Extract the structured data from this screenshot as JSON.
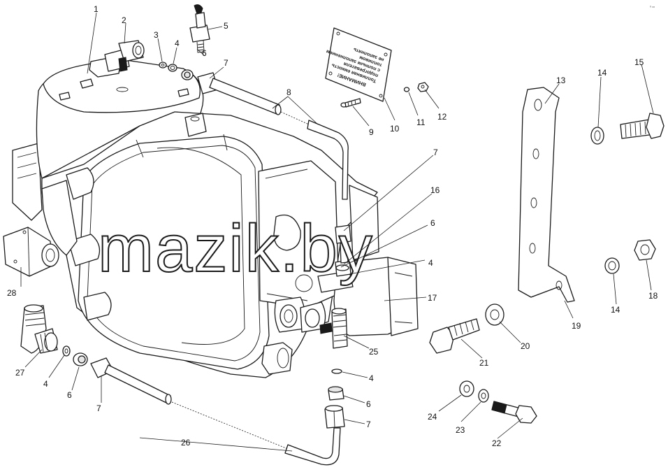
{
  "watermark": "mazik.by",
  "corner_mark": "⁰ ᵒᵒ",
  "warning_plate": {
    "heading": "ВНИМАНИЕ!",
    "lines": [
      "Топливная емкость",
      "подогревателя",
      "с полным заполнением",
      "топливом",
      "не заполнять"
    ]
  },
  "callouts": [
    {
      "id": "c1",
      "text": "1"
    },
    {
      "id": "c2",
      "text": "2"
    },
    {
      "id": "c3",
      "text": "3"
    },
    {
      "id": "c4a",
      "text": "4"
    },
    {
      "id": "c5",
      "text": "5"
    },
    {
      "id": "c6a",
      "text": "6"
    },
    {
      "id": "c7a",
      "text": "7"
    },
    {
      "id": "c8",
      "text": "8"
    },
    {
      "id": "c9",
      "text": "9"
    },
    {
      "id": "c10",
      "text": "10"
    },
    {
      "id": "c11",
      "text": "11"
    },
    {
      "id": "c12",
      "text": "12"
    },
    {
      "id": "c13",
      "text": "13"
    },
    {
      "id": "c14a",
      "text": "14"
    },
    {
      "id": "c15",
      "text": "15"
    },
    {
      "id": "c7b",
      "text": "7"
    },
    {
      "id": "c16",
      "text": "16"
    },
    {
      "id": "c6b",
      "text": "6"
    },
    {
      "id": "c4b",
      "text": "4"
    },
    {
      "id": "c17",
      "text": "17"
    },
    {
      "id": "c28",
      "text": "28"
    },
    {
      "id": "c14b",
      "text": "14"
    },
    {
      "id": "c18",
      "text": "18"
    },
    {
      "id": "c19",
      "text": "19"
    },
    {
      "id": "c20",
      "text": "20"
    },
    {
      "id": "c21",
      "text": "21"
    },
    {
      "id": "c25",
      "text": "25"
    },
    {
      "id": "c27",
      "text": "27"
    },
    {
      "id": "c4c",
      "text": "4"
    },
    {
      "id": "c6c",
      "text": "6"
    },
    {
      "id": "c7c",
      "text": "7"
    },
    {
      "id": "c4d",
      "text": "4"
    },
    {
      "id": "c6d",
      "text": "6"
    },
    {
      "id": "c7d",
      "text": "7"
    },
    {
      "id": "c24",
      "text": "24"
    },
    {
      "id": "c23",
      "text": "23"
    },
    {
      "id": "c22",
      "text": "22"
    },
    {
      "id": "c26",
      "text": "26"
    }
  ]
}
